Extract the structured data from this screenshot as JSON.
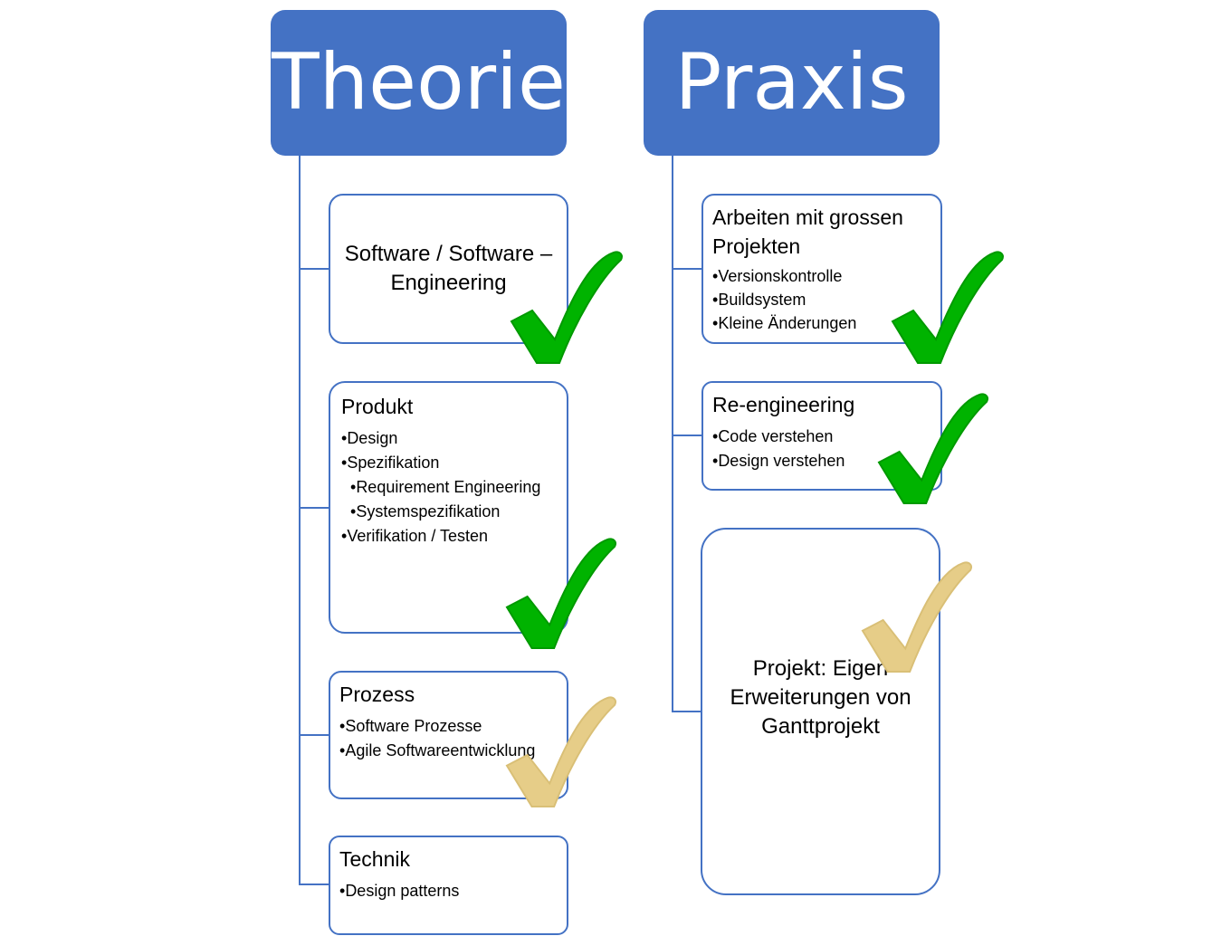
{
  "theorie": {
    "title": "Theorie",
    "boxes": [
      {
        "title": "Software / Software –Engineering"
      },
      {
        "title": "Produkt",
        "items": [
          "Design",
          "Spezifikation",
          "Requirement Engineering",
          "Systemspezifikation",
          "Verifikation / Testen"
        ]
      },
      {
        "title": "Prozess",
        "items": [
          "Software Prozesse",
          "Agile Softwareentwicklung"
        ]
      },
      {
        "title": "Technik",
        "items": [
          "Design patterns"
        ]
      }
    ]
  },
  "praxis": {
    "title": "Praxis",
    "boxes": [
      {
        "title": "Arbeiten mit grossen Projekten",
        "items": [
          "Versionskontrolle",
          "Buildsystem",
          "Kleine Änderungen"
        ]
      },
      {
        "title": "Re-engineering",
        "items": [
          "Code verstehen",
          "Design verstehen"
        ]
      },
      {
        "title": "Projekt: Eigen Erweiterungen von Ganttprojekt"
      }
    ]
  },
  "colors": {
    "header": "#4472c4",
    "border": "#4472c4",
    "check_done": "#00b300",
    "check_partial": "#e6cd88"
  },
  "icons": {
    "done": "checkmark-green-icon",
    "partial": "checkmark-gold-icon"
  }
}
